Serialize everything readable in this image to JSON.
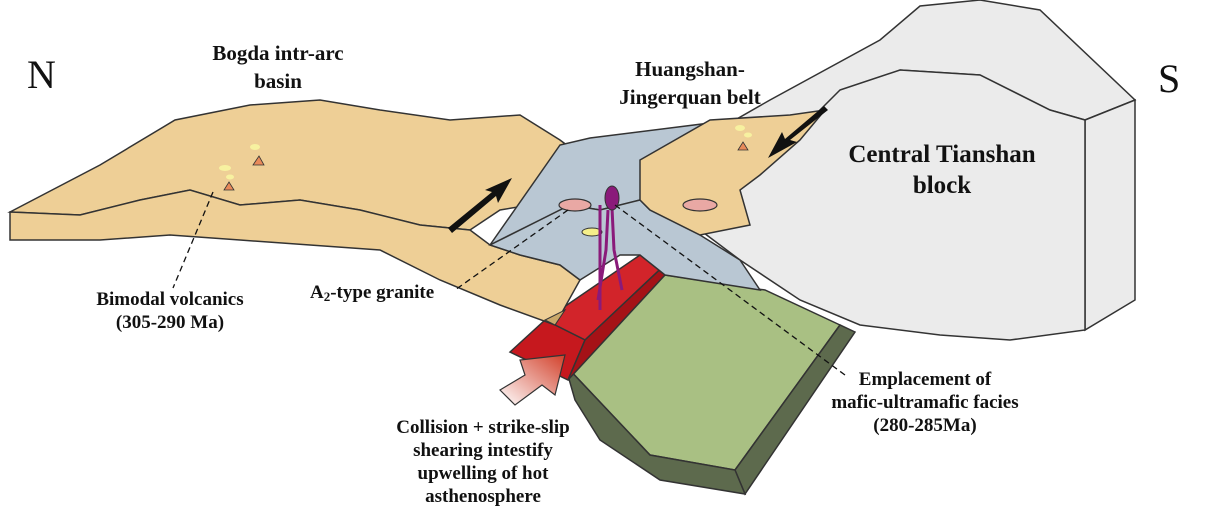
{
  "directions": {
    "north": "N",
    "south": "S"
  },
  "regions": {
    "bogda": [
      "Bogda intr-arc",
      "basin"
    ],
    "huangshan": [
      "Huangshan-",
      "Jingerquan  belt"
    ],
    "tianshan": [
      "Central Tianshan",
      "block"
    ]
  },
  "annotations": {
    "bimodal": [
      "Bimodal volcanics",
      "(305-290 Ma)"
    ],
    "granite_prefix": "A",
    "granite_sub": "2",
    "granite_suffix": "-type granite",
    "emplacement": [
      "Emplacement  of",
      "mafic-ultramafic facies",
      "(280-285Ma)"
    ],
    "collision": [
      "Collision +  strike-slip",
      "shearing intestify",
      "upwelling of hot",
      "asthenosphere"
    ]
  },
  "colors": {
    "basin_tan": "#eecf96",
    "belt_blue": "#b9c7d3",
    "block_gray": "#ebebeb",
    "slab_green": "#a9c083",
    "slab_dark": "#5d6a4d",
    "hot_red": "#c6181e",
    "intrusion_purple": "#8a1a7a",
    "granite_pink": "#e9a8a4"
  }
}
